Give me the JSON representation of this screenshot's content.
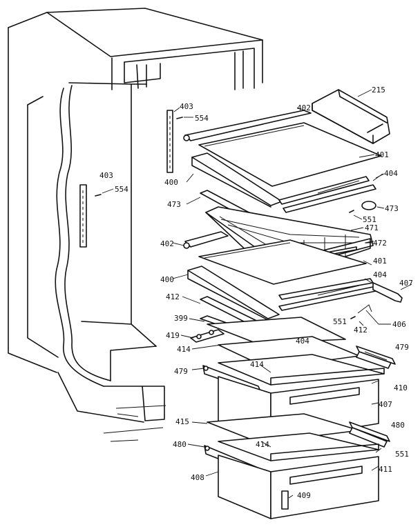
{
  "labels": {
    "l215": "215",
    "l401a": "401",
    "l402a": "402",
    "l403a": "403",
    "l554a": "554",
    "l403b": "403",
    "l554b": "554",
    "l400a": "400",
    "l404a": "404",
    "l473a": "473",
    "l473b": "473",
    "l551a": "551",
    "l471": "471",
    "l402b": "402",
    "l472": "472",
    "l401b": "401",
    "l400b": "400",
    "l404b": "404",
    "l407a": "407",
    "l412a": "412",
    "l399": "399",
    "l551b": "551",
    "l412b": "412",
    "l406": "406",
    "l419": "419",
    "l404c": "404",
    "l479a": "479",
    "l414a": "414",
    "l414b": "414",
    "l479b": "479",
    "l410": "410",
    "l407b": "407",
    "l415": "415",
    "l480a": "480",
    "l414c": "414",
    "l551c": "551",
    "l480b": "480",
    "l411": "411",
    "l408": "408",
    "l409": "409"
  }
}
